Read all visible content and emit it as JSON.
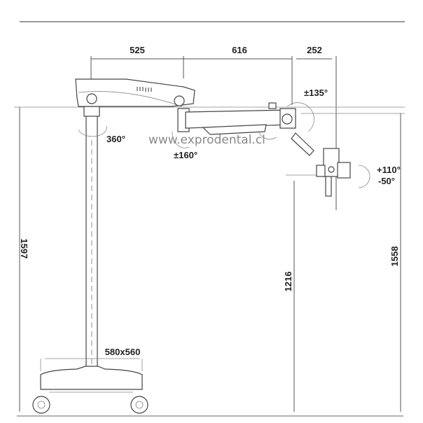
{
  "dimensions": {
    "width_head": "525",
    "width_arm": "616",
    "width_optics": "252",
    "height_total": "1597",
    "height_arm_pivot": "1216",
    "height_optics": "1558",
    "base_size": "580x560"
  },
  "rotations": {
    "column": "360°",
    "arm": "±160°",
    "pivot": "±135°",
    "tilt_up": "+110°",
    "tilt_down": "-50°"
  },
  "watermark": "www.exprodental.cl",
  "colors": {
    "line": "#555555",
    "text": "#222222"
  }
}
